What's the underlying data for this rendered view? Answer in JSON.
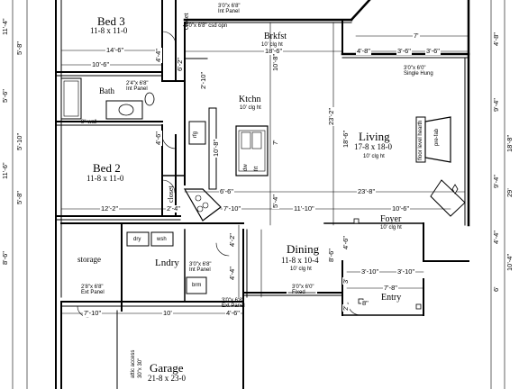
{
  "rooms": {
    "bed3": {
      "name": "Bed 3",
      "size": "11-8 x 11-0"
    },
    "bed2": {
      "name": "Bed 2",
      "size": "11-8 x 11-0"
    },
    "bath": {
      "name": "Bath"
    },
    "brkfst": {
      "name": "Brkfst",
      "ceiling": "10' clg ht"
    },
    "kitchen": {
      "name": "Ktchn",
      "ceiling": "10' clg ht"
    },
    "living": {
      "name": "Living",
      "size": "17-8 x 18-0",
      "ceiling": "10' clg ht"
    },
    "dining": {
      "name": "Dining",
      "size": "11-8 x 10-4",
      "ceiling": "10' clg ht"
    },
    "foyer": {
      "name": "Foyer",
      "ceiling": "10' clg ht"
    },
    "entry": {
      "name": "Entry"
    },
    "laundry": {
      "name": "Lndry"
    },
    "storage": {
      "name": "storage"
    },
    "garage": {
      "name": "Garage",
      "size": "21-8 x 23-0"
    }
  },
  "labels": {
    "closet_top": "closet",
    "closet_mid": "closet",
    "hearth": "floor level hearth",
    "pre_fab": "pre-fab",
    "attic_access": "attic access",
    "attic_access_size": "30\"x 30\"",
    "bath_wall": "8\" wall",
    "window_single_hung": "Single Hung",
    "fixed": "Fixed",
    "int_panel": "Int Panel",
    "ext_panel": "Ext Panel",
    "csd_opn": "csd opn",
    "door_3068": "3'0\"x 6'8\"",
    "door_2868": "2'8\"x 6'8\"",
    "door_2468": "2'4\"x 6'8\"",
    "window_3060": "3'0\"x 6'0\"",
    "dry": "dry",
    "wsh": "wsh",
    "brm": "brm",
    "rfg": "rfg",
    "dw": "dw",
    "frt": "frt"
  },
  "dimensions": {
    "left": [
      "11'-4\"",
      "5'-8\"",
      "5'-6\"",
      "5'-10\"",
      "11'-6\"",
      "5'-8\"",
      "8'-6\""
    ],
    "right": [
      "4'-8\"",
      "9'-4\"",
      "18'-8\"",
      "9'-4\"",
      "4'-4\"",
      "6'",
      "10'-4\"",
      "29'"
    ],
    "h": {
      "d_14_6": "14'-6\"",
      "d_10_6_top": "10'-6\"",
      "d_18_6": "18'-6\"",
      "d_7": "7'",
      "d_4_8": "4'-8\"",
      "d_3_6a": "3'-6\"",
      "d_3_6b": "3'-6\"",
      "d_6_6": "6'-6\"",
      "d_23_8": "23'-8\"",
      "d_12_2": "12'-2\"",
      "d_2_4": "2'-4\"",
      "d_7_10a": "7'-10\"",
      "d_11_10": "11'-10\"",
      "d_10_6_foyer": "10'-6\"",
      "d_3_10a": "3'-10\"",
      "d_3_10b": "3'-10\"",
      "d_7_8": "7'-8\"",
      "d_7_10b": "7'-10\"",
      "d_10": "10'",
      "d_4_6": "4'-6\""
    },
    "v": {
      "d_4_4": "4'-4\"",
      "d_6_2": "6'-2\"",
      "d_2_10": "2'-10\"",
      "d_10_8a": "10'-8\"",
      "d_10_8b": "10'-8\"",
      "d_23_2": "23'-2\"",
      "d_18_6": "18'-6\"",
      "d_7": "7'",
      "d_4_6a": "4'-6\"",
      "d_5_4": "5'-4\"",
      "d_4_2": "4'-2\"",
      "d_4_4b": "4'-4\"",
      "d_8_6": "8'-6\"",
      "d_4_6b": "4'-6\"",
      "d_3": "3'",
      "d_2": "2'",
      "d_8": "8\""
    }
  }
}
